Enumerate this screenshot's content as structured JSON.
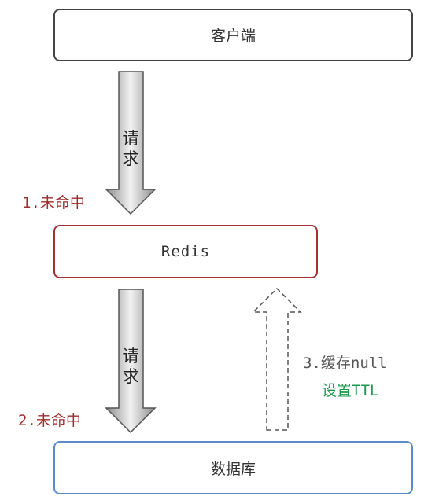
{
  "nodes": {
    "client": "客户端",
    "redis": "Redis",
    "database": "数据库"
  },
  "arrows": {
    "request_1": "请求",
    "request_2": "请求"
  },
  "steps": {
    "miss_1": "1.未命中",
    "miss_2": "2.未命中",
    "cache_null": "3.缓存null",
    "set_ttl": "设置TTL"
  },
  "colors": {
    "client_border": "#444444",
    "redis_border": "#a33333",
    "database_border": "#5a8ccc",
    "miss_text": "#a02c2c",
    "ttl_text": "#1a9a4a"
  }
}
